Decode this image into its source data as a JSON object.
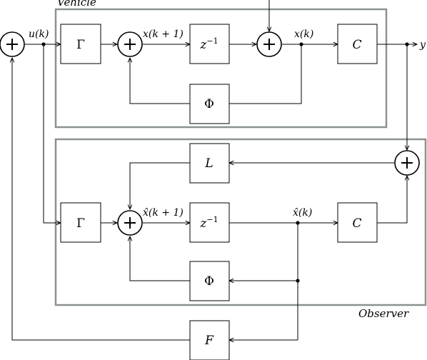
{
  "vehicle": {
    "title": "Vehicle",
    "gamma": "Γ",
    "delay": "z",
    "delay_exp": "−1",
    "output_block": "C",
    "phi": "Φ",
    "sig_next": "x(k + 1)",
    "sig_state": "x(k)"
  },
  "observer": {
    "title": "Observer",
    "gain": "L",
    "gamma": "Γ",
    "delay": "z",
    "delay_exp": "−1",
    "output_block": "C",
    "phi": "Φ",
    "sig_next": "x̂(k + 1)",
    "sig_state": "x̂(k)"
  },
  "feedback": {
    "gain": "F"
  },
  "signals": {
    "input": "u(k)",
    "output": "y"
  }
}
